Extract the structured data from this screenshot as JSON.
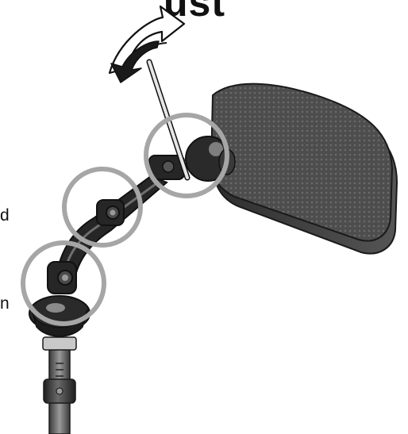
{
  "header": {
    "title_fragment": "ust"
  },
  "annotations": {
    "left_label_1": "d",
    "left_label_2": "n"
  },
  "illustration": {
    "subject": "headrest-mount-adjustment",
    "icons": [
      "rotate-arrow-icon",
      "hex-key-icon",
      "joint-highlight-circle-icon"
    ],
    "colors": {
      "highlight_ring": "#a6a6a6",
      "pad": "#4a4a4a",
      "hardware": "#2b2b2b",
      "arrow_fill": "#ffffff",
      "arrow_outline": "#111111"
    }
  }
}
